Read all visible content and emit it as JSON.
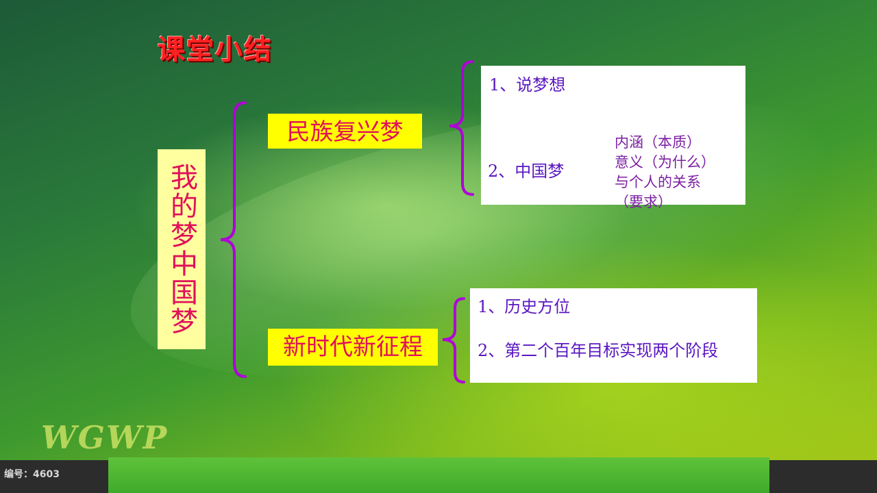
{
  "slide": {
    "title": "课堂小结",
    "main_topic": "我的梦中国梦",
    "branch1": {
      "label": "民族复兴梦",
      "item1": "1、说梦想",
      "item2": "2、中国梦",
      "sub_items": [
        "内涵（本质）",
        "意义（为什么）",
        "与个人的关系",
        "（要求）"
      ]
    },
    "branch2": {
      "label": "新时代新征程",
      "item1": "1、历史方位",
      "item2": "2、第二个百年目标实现两个阶段"
    },
    "logo_text": "WGWP",
    "footer_text": "编号：4603"
  },
  "colors": {
    "brace": "#b000d8",
    "tag_bg": "#ffff00",
    "tag_text": "#e0105a",
    "title": "#ff2020",
    "item_text": "#5a16c0"
  }
}
